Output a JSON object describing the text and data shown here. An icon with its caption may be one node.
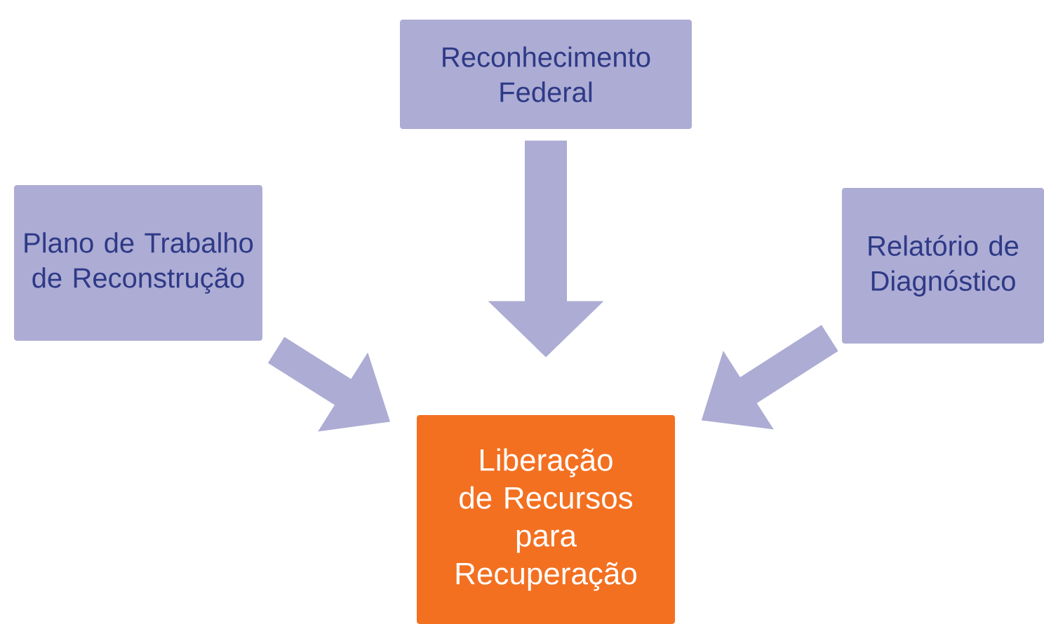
{
  "diagram": {
    "nodes": [
      {
        "text": [
          "Reconhecimento Federal"
        ]
      },
      {
        "text": [
          "Plano de Trabalho de Reconstrução"
        ]
      },
      {
        "text": [
          "Relatório de Diagnóstico"
        ]
      },
      {
        "text": [
          "Liberação de Recursos para Recuperação"
        ]
      }
    ],
    "edges": [
      {
        "from": 0,
        "to": 3,
        "arrow": "to"
      },
      {
        "from": 1,
        "to": 3,
        "arrow": "to"
      },
      {
        "from": 2,
        "to": 3,
        "arrow": "to"
      }
    ]
  }
}
